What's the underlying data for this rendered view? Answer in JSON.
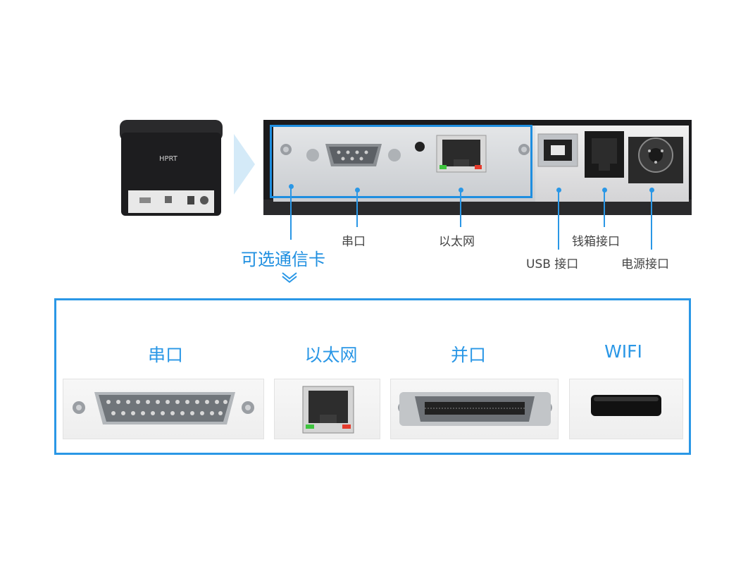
{
  "printer": {
    "brand": "HPRT"
  },
  "callouts": {
    "serial": "串口",
    "ethernet": "以太网",
    "usb": "USB 接口",
    "cash_drawer": "钱箱接口",
    "power": "电源接口",
    "optional_card": "可选通信卡"
  },
  "options": [
    {
      "title": "串口"
    },
    {
      "title": "以太网"
    },
    {
      "title": "并口"
    },
    {
      "title": "WIFI"
    }
  ],
  "colors": {
    "accent": "#2a97e6",
    "label_gray": "#444444"
  }
}
